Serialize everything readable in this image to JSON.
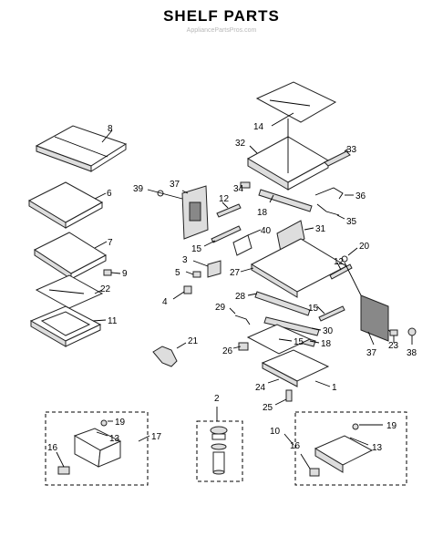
{
  "title": "SHELF PARTS",
  "watermark": "AppliancePartsPros.com",
  "callouts": {
    "c1": "1",
    "c2": "2",
    "c3": "3",
    "c4": "4",
    "c5": "5",
    "c6": "6",
    "c7": "7",
    "c8": "8",
    "c9": "9",
    "c10": "10",
    "c11": "11",
    "c12a": "12",
    "c12b": "12",
    "c13a": "13",
    "c13b": "13",
    "c14": "14",
    "c15a": "15",
    "c15b": "15",
    "c15c": "15",
    "c16a": "16",
    "c16b": "16",
    "c17": "17",
    "c18a": "18",
    "c18b": "18",
    "c19a": "19",
    "c19b": "19",
    "c20": "20",
    "c21": "21",
    "c22": "22",
    "c23": "23",
    "c24": "24",
    "c25": "25",
    "c26": "26",
    "c27": "27",
    "c28": "28",
    "c29": "29",
    "c30": "30",
    "c31": "31",
    "c32": "32",
    "c33": "33",
    "c34": "34",
    "c35": "35",
    "c36": "36",
    "c37a": "37",
    "c37b": "37",
    "c38": "38",
    "c39": "39",
    "c40": "40"
  }
}
